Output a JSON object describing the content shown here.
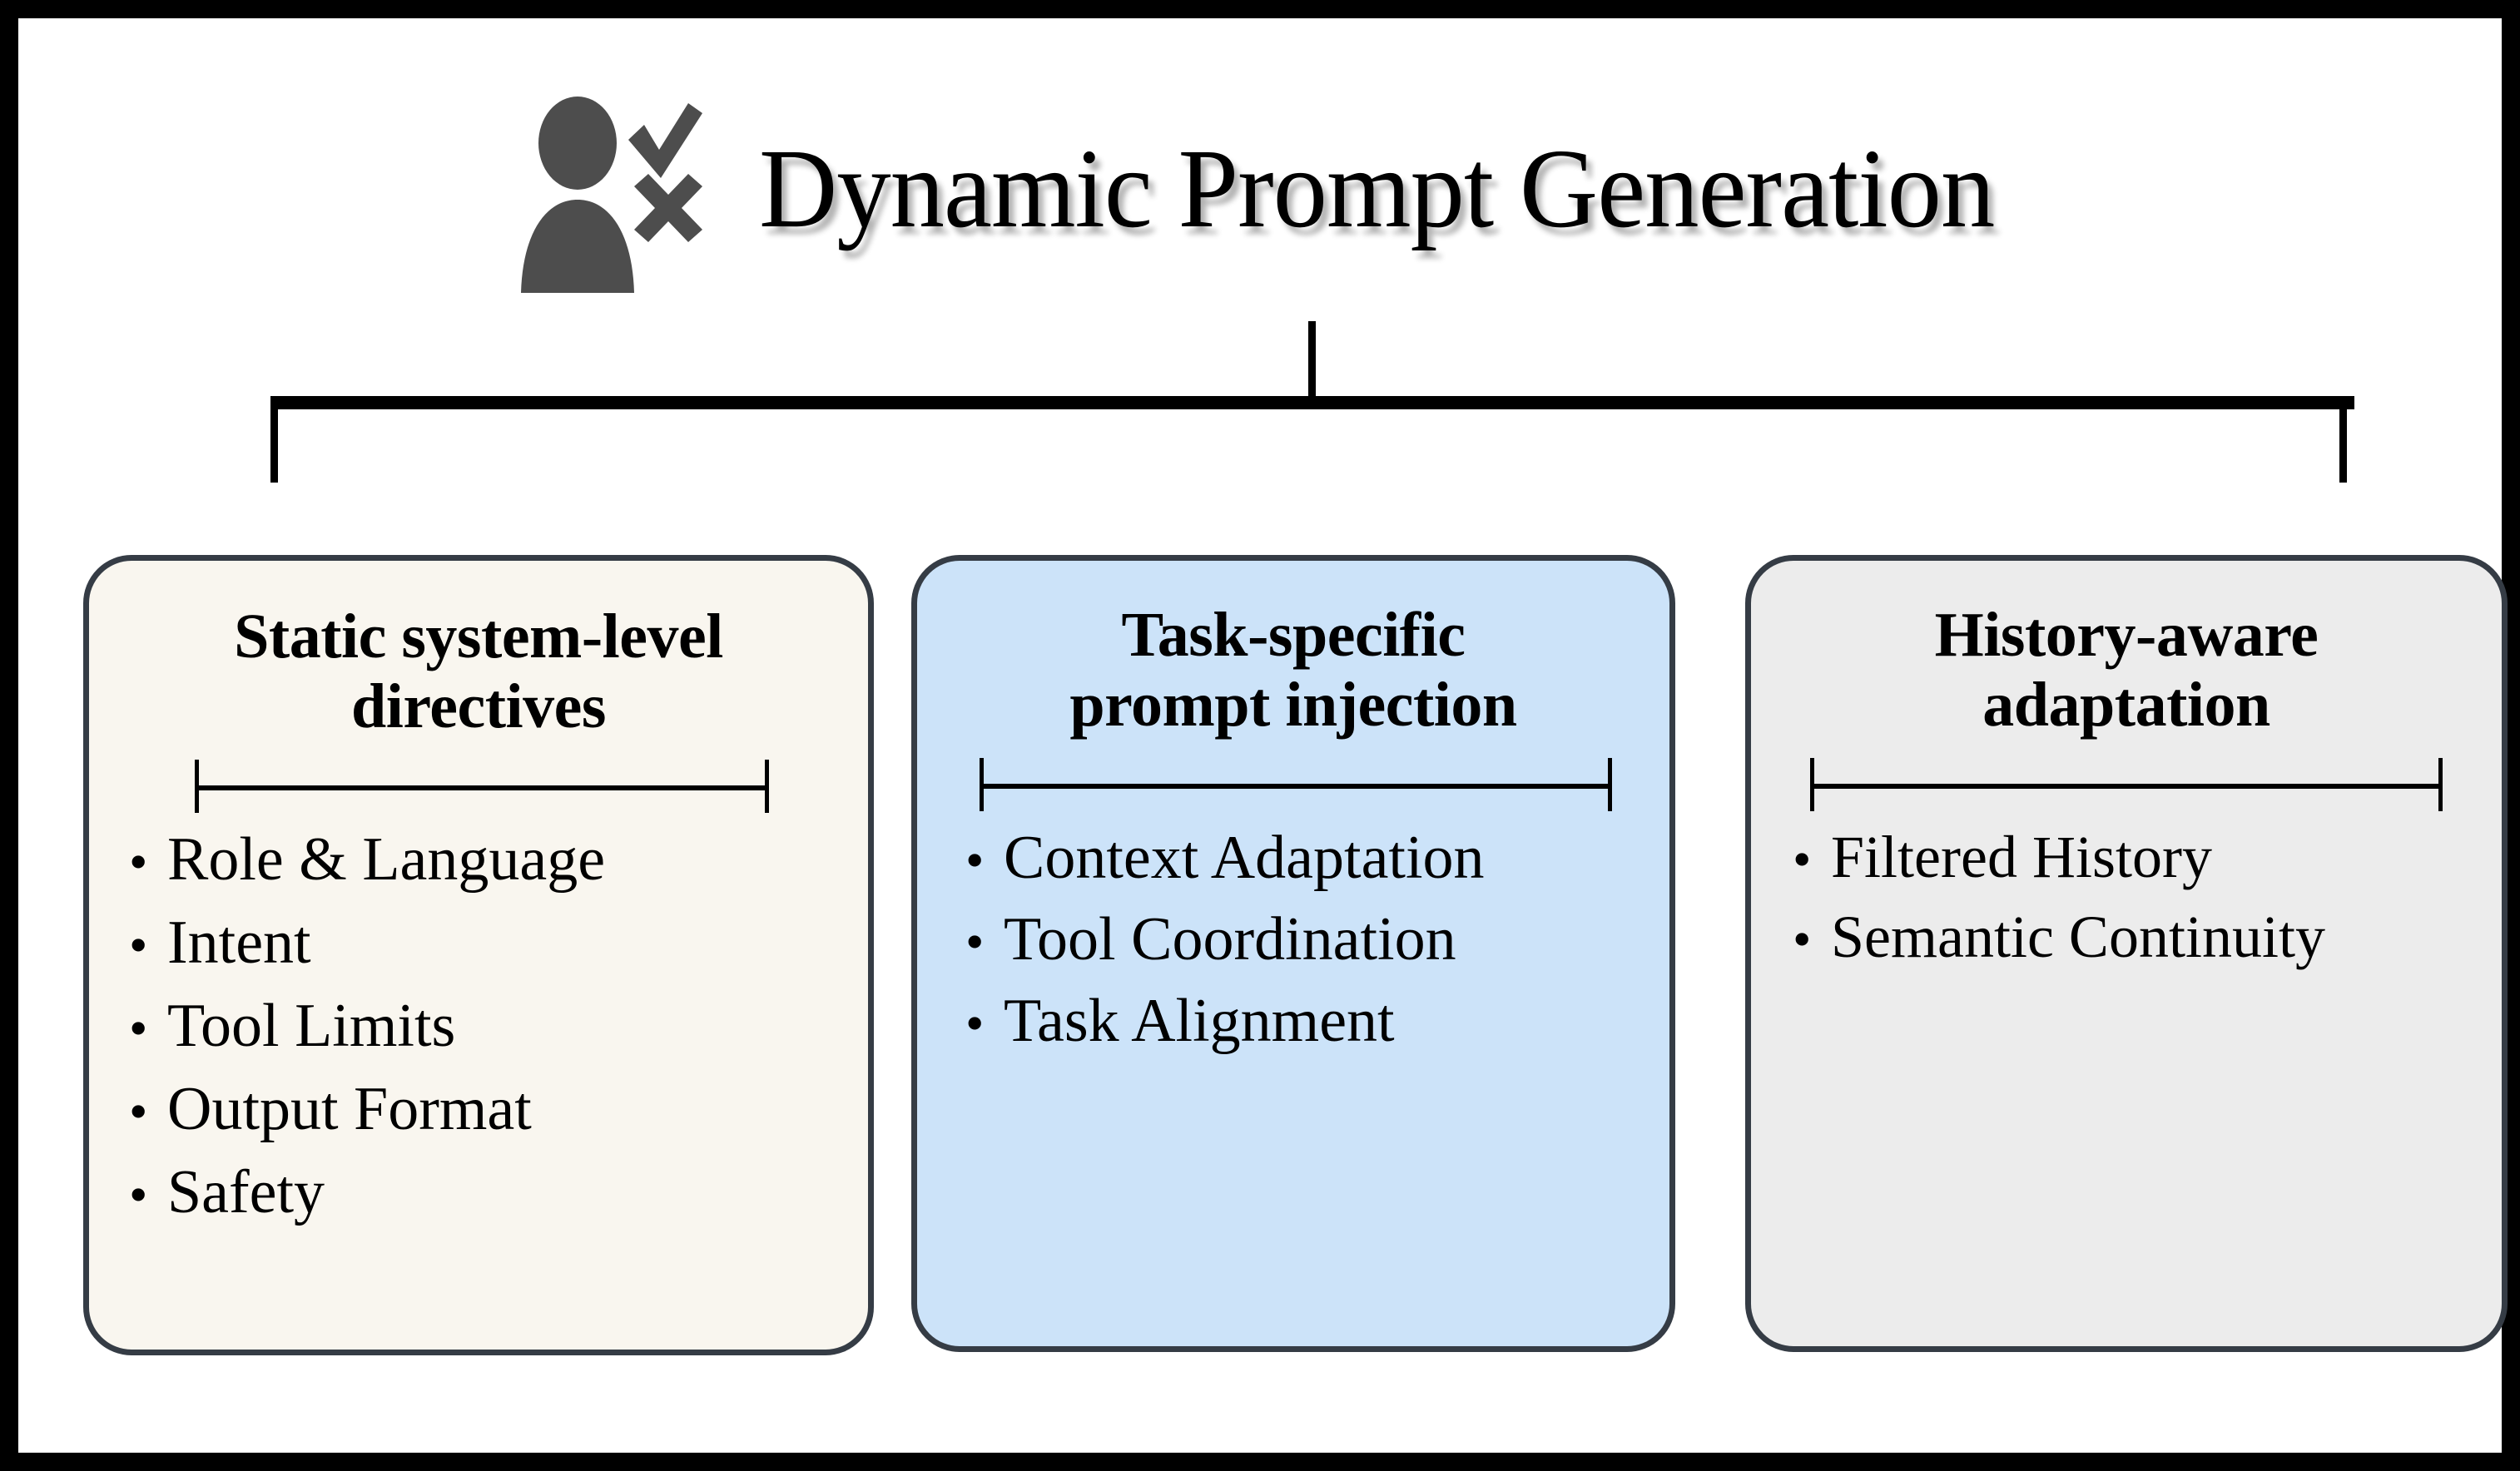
{
  "figure": {
    "frame_color": "#000000",
    "background": "#ffffff"
  },
  "header": {
    "icon": "person-check-cross-icon",
    "icon_color": "#4d4d4d",
    "title": "Dynamic Prompt Generation"
  },
  "connector": {
    "type": "tree",
    "line_color": "#000000",
    "branches": 2
  },
  "boxes": [
    {
      "id": "static-system-level-directives",
      "title": "Static system-level directives",
      "title_line_1": "Static system-level",
      "title_line_2": "directives",
      "fill": "#f9f6ef",
      "border": "#353c45",
      "bullets": [
        "Role & Language",
        "Intent",
        "Tool Limits",
        "Output Format",
        "Safety"
      ]
    },
    {
      "id": "task-specific-prompt-injection",
      "title": "Task-specific prompt injection",
      "title_line_1": "Task-specific",
      "title_line_2": "prompt injection",
      "fill": "#cce3f9",
      "border": "#353c45",
      "bullets": [
        "Context Adaptation",
        "Tool Coordination",
        "Task Alignment"
      ]
    },
    {
      "id": "history-aware-adaptation",
      "title": "History-aware adaptation",
      "title_line_1": "History-aware",
      "title_line_2": "adaptation",
      "fill": "#ececec",
      "border": "#353c45",
      "bullets": [
        "Filtered History",
        "Semantic Continuity"
      ]
    }
  ],
  "bullet_glyph": "•"
}
